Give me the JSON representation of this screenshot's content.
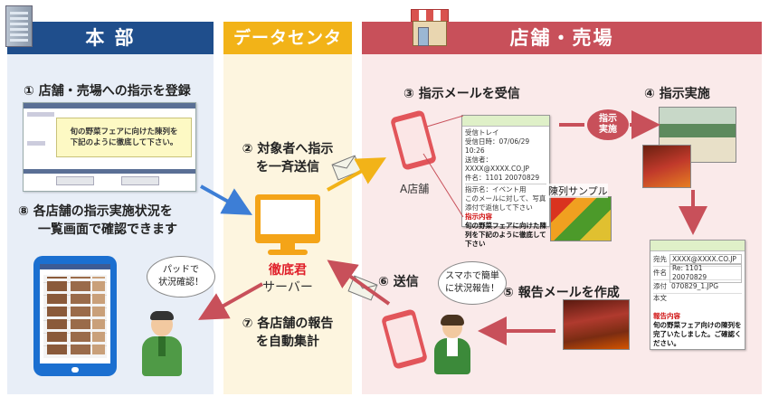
{
  "sections": {
    "hq": {
      "title": "本 部",
      "color": "#1f4e8c"
    },
    "dc": {
      "title": "データセンタ",
      "color": "#f2b318"
    },
    "store": {
      "title": "店舗・売場",
      "color": "#c8505a"
    }
  },
  "steps": {
    "s1": "① 店舗・売場への指示を登録",
    "s2_line1": "② 対象者へ指示",
    "s2_line2": "を一斉送信",
    "s3": "③ 指示メールを受信",
    "s4": "④ 指示実施",
    "s5": "⑤ 報告メールを作成",
    "s6": "⑥ 送信",
    "s7_line1": "⑦ 各店舗の報告",
    "s7_line2": "を自動集計",
    "s8_line1": "⑧ 各店舗の指示実施状況を",
    "s8_line2": "一覧画面で確認できます"
  },
  "server": {
    "name": "徹底君",
    "label": "サーバー"
  },
  "store_label": "A店舗",
  "instruction_box": {
    "text_line1": "旬の野菜フェアに向けた陳列を",
    "text_line2": "下記のように徹底して下さい。"
  },
  "mail_received": {
    "lines": [
      "受信トレイ",
      "受信日時：07/06/29 10:26",
      "送信者：XXXX@XXXX.CO.JP",
      "件名：1101 20070829",
      "指示名：イベント用",
      "このメールに対して、写真添付で返信して下さい"
    ],
    "red_label": "指示内容",
    "body": "旬の野菜フェアに向けた陳列を下記のように徹底して下さい"
  },
  "sample_label": "陳列サンプル",
  "action_badge": {
    "line1": "指示",
    "line2": "実施"
  },
  "report_mail": {
    "to_label": "宛先",
    "to_value": "XXXX@XXXX.CO.JP",
    "subject_label": "件名",
    "subject_value": "Re: 1101 20070829",
    "attach_label": "添付",
    "attach_value": "070829_1.JPG",
    "body_label": "本文",
    "red_label": "報告内容",
    "body": "旬の野菜フェア向けの陳列を完了いたしました。ご確認ください。"
  },
  "bubbles": {
    "pad": {
      "line1": "パッドで",
      "line2": "状況確認！"
    },
    "phone": {
      "line1": "スマホで簡単",
      "line2": "に状況報告！"
    }
  }
}
